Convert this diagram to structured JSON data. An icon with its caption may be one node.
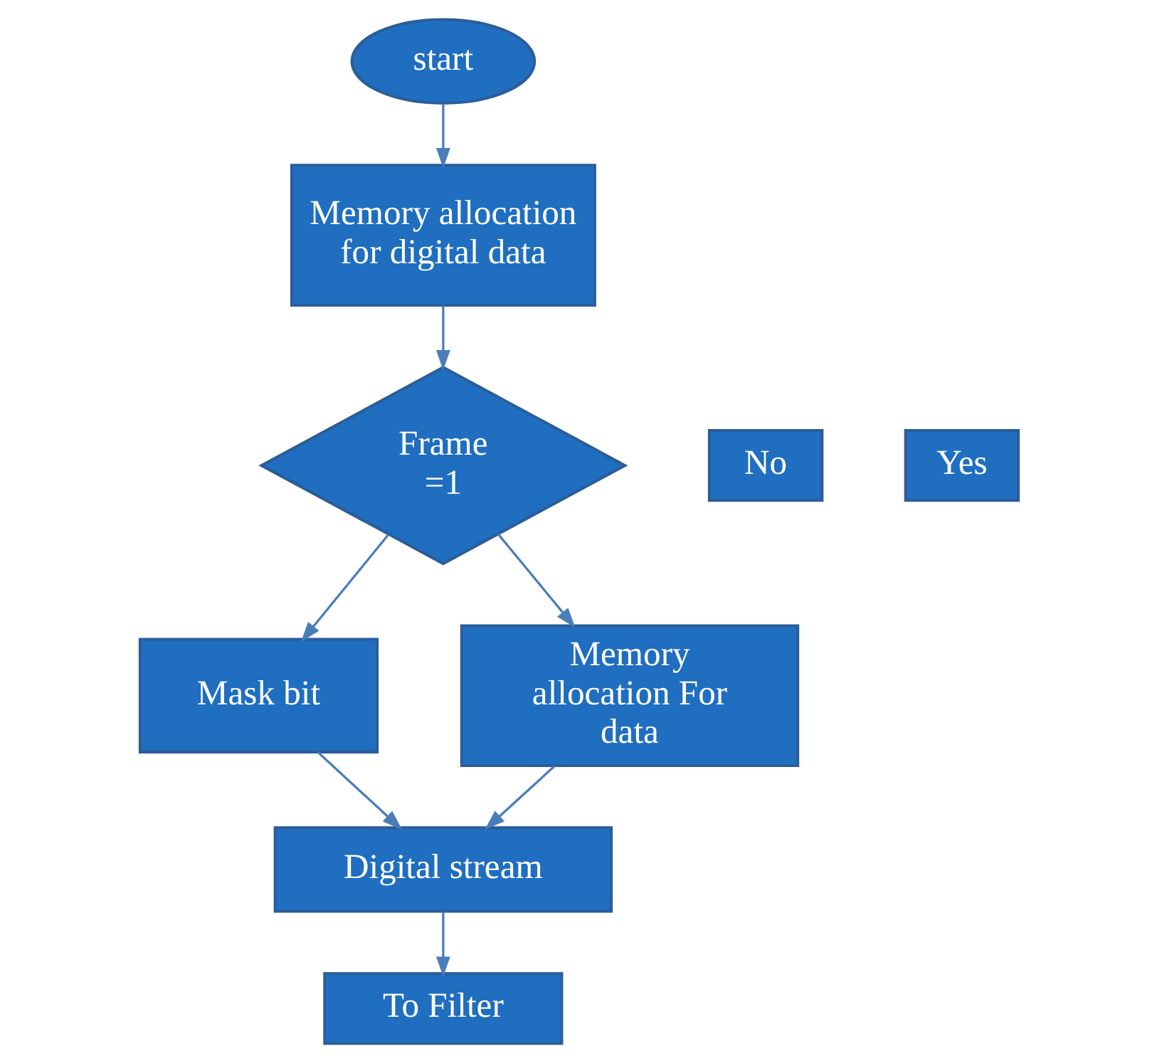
{
  "diagram": {
    "nodes": [
      {
        "text": [
          "start"
        ]
      },
      {
        "text": [
          "Memory allocation for digital data"
        ]
      },
      {
        "text": [
          "No"
        ]
      },
      {
        "text": [
          "Frame =1"
        ]
      },
      {
        "text": [
          "Yes"
        ]
      },
      {
        "text": [
          "Mask bit"
        ]
      },
      {
        "text": [
          "Memory allocation For data"
        ]
      },
      {
        "text": [
          "Digital stream"
        ]
      },
      {
        "text": [
          "To Filter"
        ]
      }
    ],
    "edges": [
      {
        "from": 0,
        "to": 1,
        "arrow": "to"
      },
      {
        "from": 1,
        "to": 3,
        "arrow": "to"
      },
      {
        "from": 3,
        "to": 5,
        "arrow": "to"
      },
      {
        "from": 3,
        "to": 6,
        "arrow": "to"
      },
      {
        "from": 6,
        "to": 7,
        "arrow": "to"
      },
      {
        "from": 5,
        "to": 7,
        "arrow": "to"
      },
      {
        "from": 7,
        "to": 8,
        "arrow": "to"
      }
    ]
  }
}
